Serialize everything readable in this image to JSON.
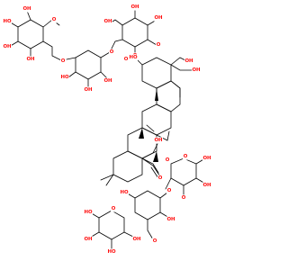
{
  "colors": {
    "background": "#ffffff",
    "bond": "#000000",
    "oxygen": "#ff0d0d"
  },
  "labels": [
    {
      "id": "oh-glc-1",
      "text": "OH",
      "color": "#ff0d0d"
    },
    {
      "id": "ho-glc-1",
      "text": "HO",
      "color": "#ff0d0d"
    },
    {
      "id": "oh-glc-2",
      "text": "OH",
      "color": "#ff0d0d"
    },
    {
      "id": "oh-glc-3",
      "text": "OH",
      "color": "#ff0d0d"
    },
    {
      "id": "o-glc-1",
      "text": "O",
      "color": "#ff0d0d"
    },
    {
      "id": "o-link-1",
      "text": "O",
      "color": "#ff0d0d"
    },
    {
      "id": "ho-glc-2a",
      "text": "HO",
      "color": "#ff0d0d"
    },
    {
      "id": "oh-glc-2a",
      "text": "OH",
      "color": "#ff0d0d"
    },
    {
      "id": "oh-glc-2b",
      "text": "OH",
      "color": "#ff0d0d"
    },
    {
      "id": "o-glc-2",
      "text": "O",
      "color": "#ff0d0d"
    },
    {
      "id": "o-link-2",
      "text": "O",
      "color": "#ff0d0d"
    },
    {
      "id": "oh-glc-3a",
      "text": "OH",
      "color": "#ff0d0d"
    },
    {
      "id": "oh-glc-3b",
      "text": "OH",
      "color": "#ff0d0d"
    },
    {
      "id": "oh-glc-3c",
      "text": "OH",
      "color": "#ff0d0d"
    },
    {
      "id": "o-glc-3",
      "text": "O",
      "color": "#ff0d0d"
    },
    {
      "id": "o-link-3",
      "text": "O",
      "color": "#ff0d0d"
    },
    {
      "id": "ho-c2",
      "text": "HO",
      "color": "#ff0d0d"
    },
    {
      "id": "oh-c23",
      "text": "OH",
      "color": "#ff0d0d"
    },
    {
      "id": "oh-c24",
      "text": "OH",
      "color": "#ff0d0d"
    },
    {
      "id": "oh-c16",
      "text": "OH",
      "color": "#ff0d0d"
    },
    {
      "id": "o-ester-1",
      "text": "O",
      "color": "#ff0d0d"
    },
    {
      "id": "o-ester-2",
      "text": "O",
      "color": "#ff0d0d"
    },
    {
      "id": "o-ara",
      "text": "O",
      "color": "#ff0d0d"
    },
    {
      "id": "oh-ara-1",
      "text": "OH",
      "color": "#ff0d0d"
    },
    {
      "id": "oh-ara-2",
      "text": "OH",
      "color": "#ff0d0d"
    },
    {
      "id": "o-link-4",
      "text": "O",
      "color": "#ff0d0d"
    },
    {
      "id": "ho-rha-1",
      "text": "HO",
      "color": "#ff0d0d"
    },
    {
      "id": "o-rha",
      "text": "O",
      "color": "#ff0d0d"
    },
    {
      "id": "oh-rha-2",
      "text": "OH",
      "color": "#ff0d0d"
    },
    {
      "id": "o-link-5",
      "text": "O",
      "color": "#ff0d0d"
    },
    {
      "id": "o-xyl",
      "text": "O",
      "color": "#ff0d0d"
    },
    {
      "id": "ho-xyl-1",
      "text": "HO",
      "color": "#ff0d0d"
    },
    {
      "id": "oh-xyl-2",
      "text": "OH",
      "color": "#ff0d0d"
    },
    {
      "id": "ho-xyl-3",
      "text": "HO",
      "color": "#ff0d0d"
    },
    {
      "id": "oh-xyl-4",
      "text": "OH",
      "color": "#ff0d0d"
    }
  ]
}
